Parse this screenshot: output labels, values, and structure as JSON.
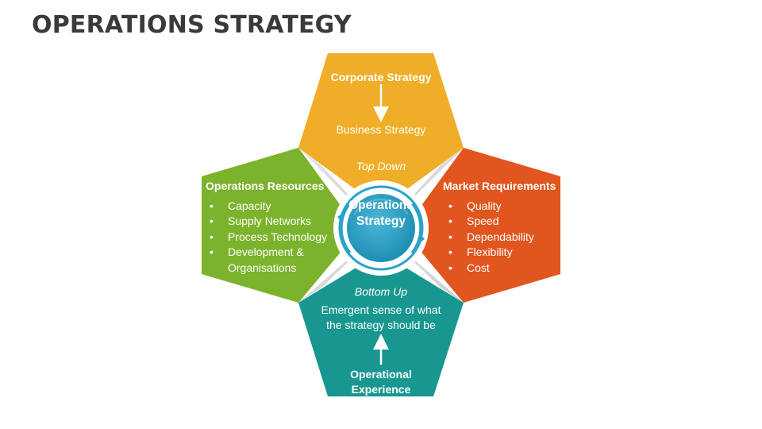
{
  "title": "OPERATIONS STRATEGY",
  "colors": {
    "top": "#f0ad28",
    "left": "#7cb32c",
    "right": "#e1561e",
    "bottom": "#179790",
    "hub": "#29a1c7"
  },
  "top": {
    "heading": "Corporate Strategy",
    "sub": "Business Strategy",
    "flow_label": "Top Down"
  },
  "left": {
    "heading": "Operations Resources",
    "items": [
      "Capacity",
      "Supply Networks",
      "Process Technology",
      "Development &",
      "Organisations"
    ]
  },
  "right": {
    "heading": "Market Requirements",
    "items": [
      "Quality",
      "Speed",
      "Dependability",
      "Flexibility",
      "Cost"
    ]
  },
  "bottom": {
    "flow_label": "Bottom Up",
    "text_line1": "Emergent sense of what",
    "text_line2": "the strategy should be",
    "heading_line1": "Operational",
    "heading_line2": "Experience"
  },
  "hub": {
    "line1": "Operations",
    "line2": "Strategy"
  }
}
